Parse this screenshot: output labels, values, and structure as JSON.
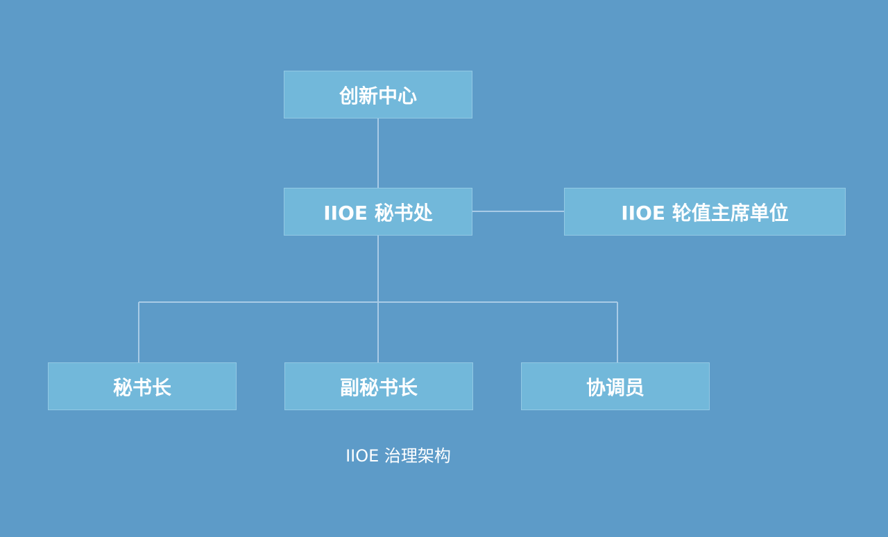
{
  "diagram": {
    "nodes": {
      "innovation_center": "创新中心",
      "secretariat": "IIOE 秘书处",
      "rotating_chair": "IIOE 轮值主席单位",
      "secretary_general": "秘书长",
      "deputy_secretary_general": "副秘书长",
      "coordinator": "协调员"
    },
    "caption": "IIOE 治理架构",
    "colors": {
      "background": "#5d9bc8",
      "node_fill": "#72b8da",
      "connector": "#a9cbe6",
      "text": "#ffffff"
    }
  }
}
